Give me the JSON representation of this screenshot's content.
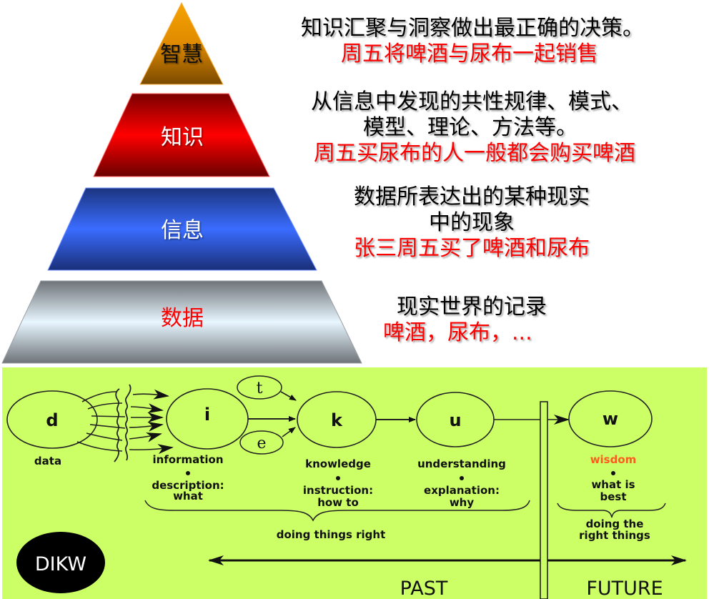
{
  "pyramid": {
    "levels": [
      {
        "label": "智慧",
        "label_color": "#111111",
        "fill_top": "#f5a300",
        "fill_mid": "#e08a00",
        "fill_bottom": "#7a4a00",
        "description": [
          "知识汇聚与洞察做出最正确的决策。"
        ],
        "example": "周五将啤酒与尿布一起销售"
      },
      {
        "label": "知识",
        "label_color": "#ffffff",
        "fill_top": "#7a0000",
        "fill_mid": "#ff0000",
        "fill_bottom": "#6a0000",
        "description": [
          "从信息中发现的共性规律、模式、",
          "模型、理论、方法等。"
        ],
        "example": "周五买尿布的人一般都会购买啤酒"
      },
      {
        "label": "信息",
        "label_color": "#ffffff",
        "fill_top": "#1c3580",
        "fill_mid": "#3a6cff",
        "fill_bottom": "#1a2f78",
        "description": [
          "数据所表达出的某种现实",
          "中的现象"
        ],
        "example": "张三周五买了啤酒和尿布"
      },
      {
        "label": "数据",
        "label_color": "#ff0000",
        "fill_top": "#6e7378",
        "fill_mid": "#e8f6ff",
        "fill_bottom": "#6e7378",
        "description": [
          "现实世界的记录"
        ],
        "example": "啤酒，尿布，..."
      }
    ]
  },
  "dikw": {
    "background": "#ccff66",
    "nodes": [
      {
        "id": "d",
        "letter": "d",
        "name": "data"
      },
      {
        "id": "i",
        "letter": "i",
        "name": "information",
        "detail": [
          "description:",
          "what"
        ]
      },
      {
        "id": "k",
        "letter": "k",
        "name": "knowledge",
        "detail": [
          "instruction:",
          "how to"
        ]
      },
      {
        "id": "u",
        "letter": "u",
        "name": "understanding",
        "detail": [
          "explanation:",
          "why"
        ]
      },
      {
        "id": "w",
        "letter": "w",
        "name": "wisdom",
        "name_color": "#ff5a1f",
        "detail": [
          "what is",
          "best"
        ]
      }
    ],
    "inputs": {
      "t": "t",
      "e": "e"
    },
    "past_group": "doing things right",
    "future_group": [
      "doing the",
      "right things"
    ],
    "badge": "DIKW",
    "timeline": {
      "past": "PAST",
      "future": "FUTURE"
    }
  }
}
